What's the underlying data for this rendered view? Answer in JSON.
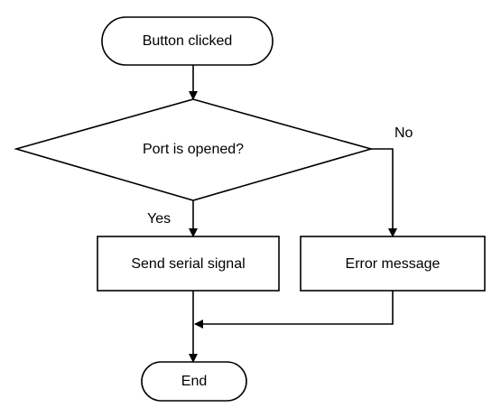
{
  "diagram": {
    "type": "flowchart",
    "nodes": {
      "start": "Button clicked",
      "decision": "Port is opened?",
      "send": "Send serial signal",
      "error": "Error message",
      "end": "End"
    },
    "edge_labels": {
      "yes": "Yes",
      "no": "No"
    },
    "colors": {
      "stroke": "#000000",
      "fill": "#ffffff",
      "text": "#000000"
    }
  }
}
